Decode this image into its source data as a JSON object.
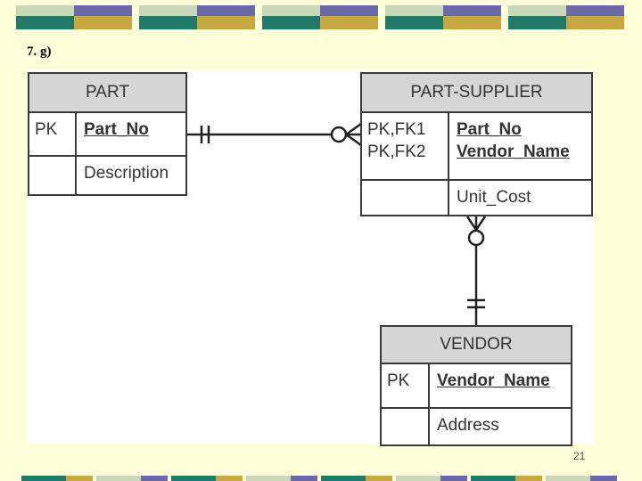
{
  "slide": {
    "label": "7. g)",
    "page_number": "21"
  },
  "colors": {
    "background": "#ffffd9",
    "bar_teal": "#1f7a6a",
    "bar_purple": "#6b6aa8",
    "bar_gold": "#c8a640",
    "bar_light": "#c7d9b8",
    "entity_header": "#d6d6d6"
  },
  "entities": {
    "part": {
      "name": "PART",
      "key_label": "PK",
      "key_attr": "Part_No",
      "attribute": "Description"
    },
    "part_supplier": {
      "name": "PART-SUPPLIER",
      "key_label": "PK,FK1\nPK,FK2",
      "key_attr": "Part_No\nVendor_Name",
      "attribute": "Unit_Cost"
    },
    "vendor": {
      "name": "VENDOR",
      "key_label": "PK",
      "key_attr": "Vendor_Name",
      "attribute": "Address"
    }
  },
  "relationships": [
    {
      "from": "PART",
      "to": "PART-SUPPLIER",
      "from_end": "one-and-only-one",
      "to_end": "zero-or-many"
    },
    {
      "from": "VENDOR",
      "to": "PART-SUPPLIER",
      "from_end": "one-and-only-one",
      "to_end": "zero-or-many"
    }
  ]
}
